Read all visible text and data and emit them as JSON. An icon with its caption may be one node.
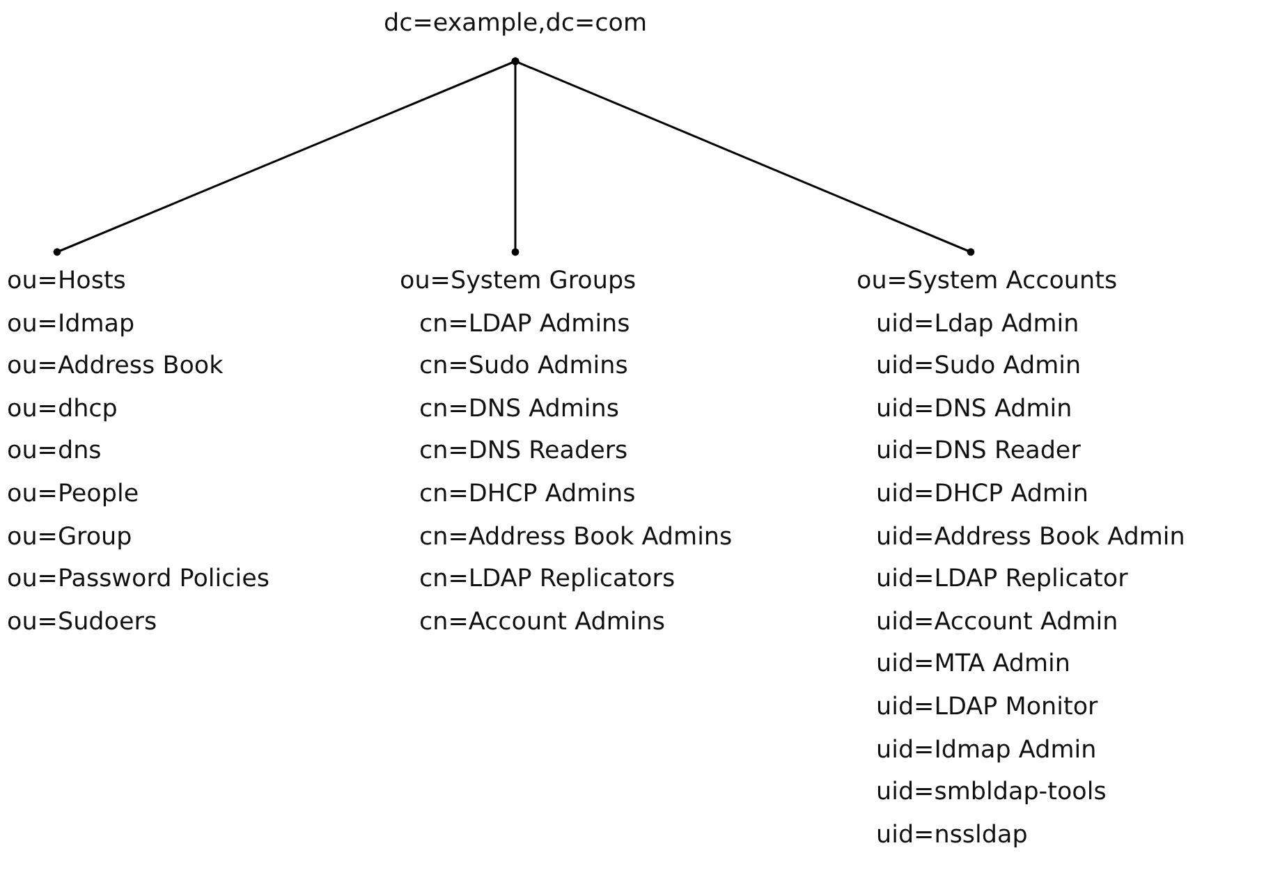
{
  "diagram": {
    "nodes": [
      {
        "text": [
          "dc=example,dc=com"
        ]
      },
      {
        "text": [
          "ou=Hosts",
          "ou=Idmap",
          "ou=Address Book",
          "ou=dhcp",
          "ou=dns",
          "ou=People",
          "ou=Group",
          "ou=Password Policies",
          "ou=Sudoers"
        ]
      },
      {
        "text": [
          "ou=System Groups",
          "cn=LDAP Admins",
          "cn=Sudo Admins",
          "cn=DNS Admins",
          "cn=DNS Readers",
          "cn=DHCP Admins",
          "cn=Address Book Admins",
          "cn=LDAP Replicators",
          "cn=Account Admins"
        ]
      },
      {
        "text": [
          "ou=System Accounts",
          "uid=Ldap Admin",
          "uid=Sudo Admin",
          "uid=DNS Admin",
          "uid=DNS Reader",
          "uid=DHCP Admin",
          "uid=Address Book Admin",
          "uid=LDAP Replicator",
          "uid=Account Admin",
          "uid=MTA Admin",
          "uid=LDAP Monitor",
          "uid=Idmap Admin",
          "uid=smbldap-tools",
          "uid=nssldap"
        ]
      }
    ],
    "edges": [
      {
        "from": 0,
        "to": 1,
        "arrow": "other"
      },
      {
        "from": 0,
        "to": 2,
        "arrow": "other"
      },
      {
        "from": 0,
        "to": 3,
        "arrow": "other"
      }
    ]
  }
}
